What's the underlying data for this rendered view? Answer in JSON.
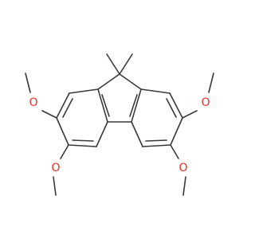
{
  "molecule": {
    "atoms": {
      "o_upper_left": "O",
      "o_lower_left": "O",
      "o_upper_right": "O",
      "o_lower_right": "O"
    },
    "colors": {
      "bond": "#3a3a3a",
      "oxygen": "#e8302a",
      "background": "#ffffff"
    }
  }
}
